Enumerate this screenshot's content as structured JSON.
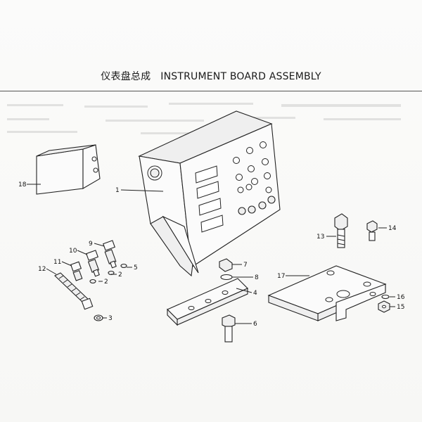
{
  "header": {
    "title_cn": "仪表盘总成",
    "title_en": "INSTRUMENT BOARD ASSEMBLY"
  },
  "callouts": [
    "1",
    "2",
    "2",
    "3",
    "4",
    "5",
    "6",
    "7",
    "8",
    "9",
    "10",
    "11",
    "12",
    "13",
    "14",
    "15",
    "16",
    "17",
    "18"
  ]
}
